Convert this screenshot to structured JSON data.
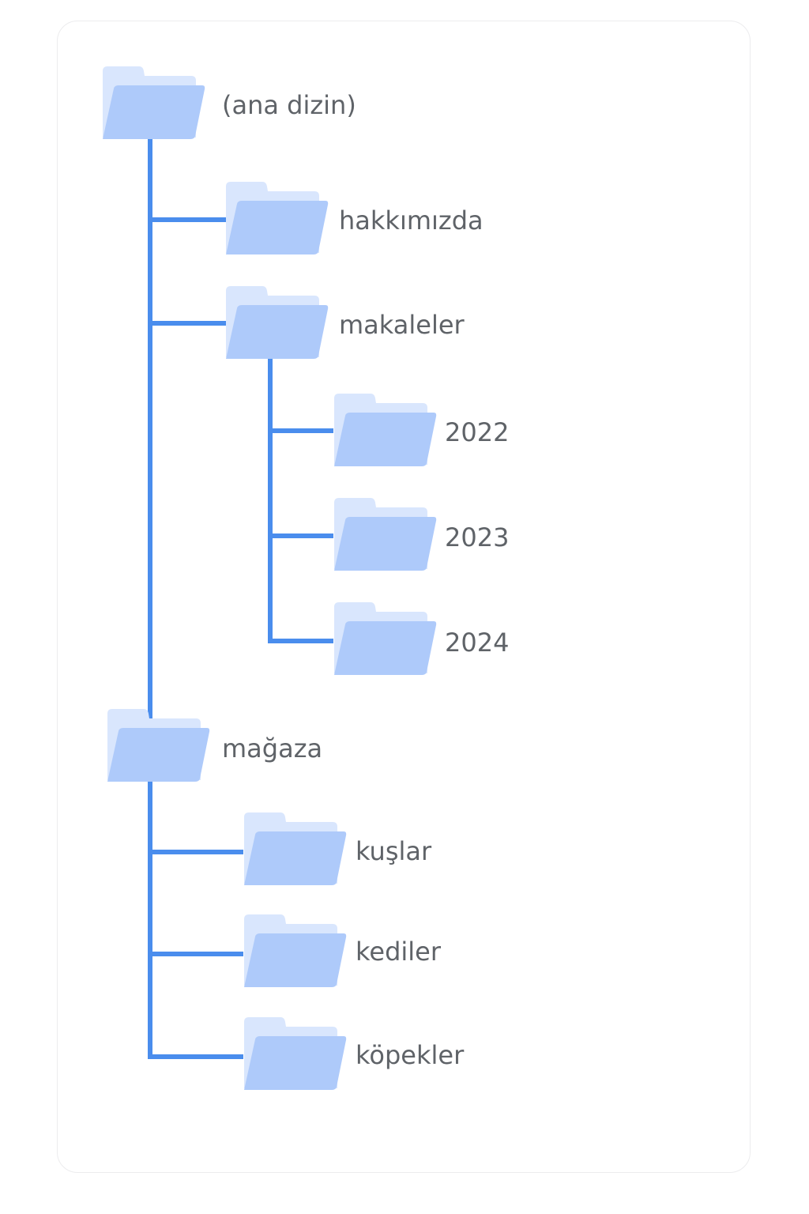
{
  "colors": {
    "connector": "#4a8ded",
    "folder_back": "#d9e6fd",
    "folder_front": "#aecafa",
    "label": "#5f6368"
  },
  "tree": {
    "root": {
      "label": "(ana dizin)",
      "icon": "folder-icon"
    },
    "about": {
      "label": "hakkımızda",
      "icon": "folder-icon"
    },
    "articles": {
      "label": "makaleler",
      "icon": "folder-icon"
    },
    "y2022": {
      "label": "2022",
      "icon": "folder-icon"
    },
    "y2023": {
      "label": "2023",
      "icon": "folder-icon"
    },
    "y2024": {
      "label": "2024",
      "icon": "folder-icon"
    },
    "store": {
      "label": "mağaza",
      "icon": "folder-icon"
    },
    "birds": {
      "label": "kuşlar",
      "icon": "folder-icon"
    },
    "cats": {
      "label": "kediler",
      "icon": "folder-icon"
    },
    "dogs": {
      "label": "köpekler",
      "icon": "folder-icon"
    }
  }
}
